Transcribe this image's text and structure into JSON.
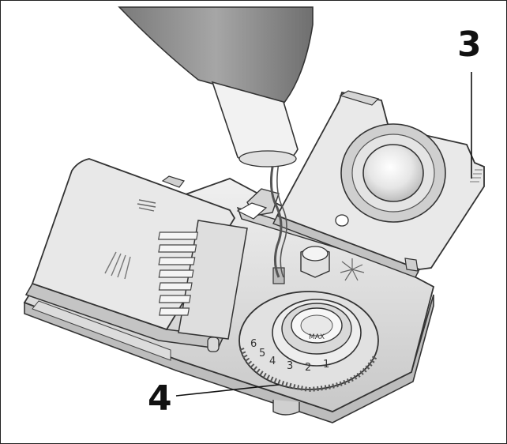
{
  "callouts": {
    "lid": "3",
    "dial": "4"
  },
  "dial": {
    "max_label": "MAX",
    "numbers": [
      "6",
      "5",
      "4",
      "3",
      "2",
      "1"
    ]
  },
  "colors": {
    "outline": "#333333",
    "part_light": "#ececec",
    "part_mid": "#d6d6d6",
    "part_shadow": "#b4b4b4",
    "bottle": "#8e8e8e"
  }
}
